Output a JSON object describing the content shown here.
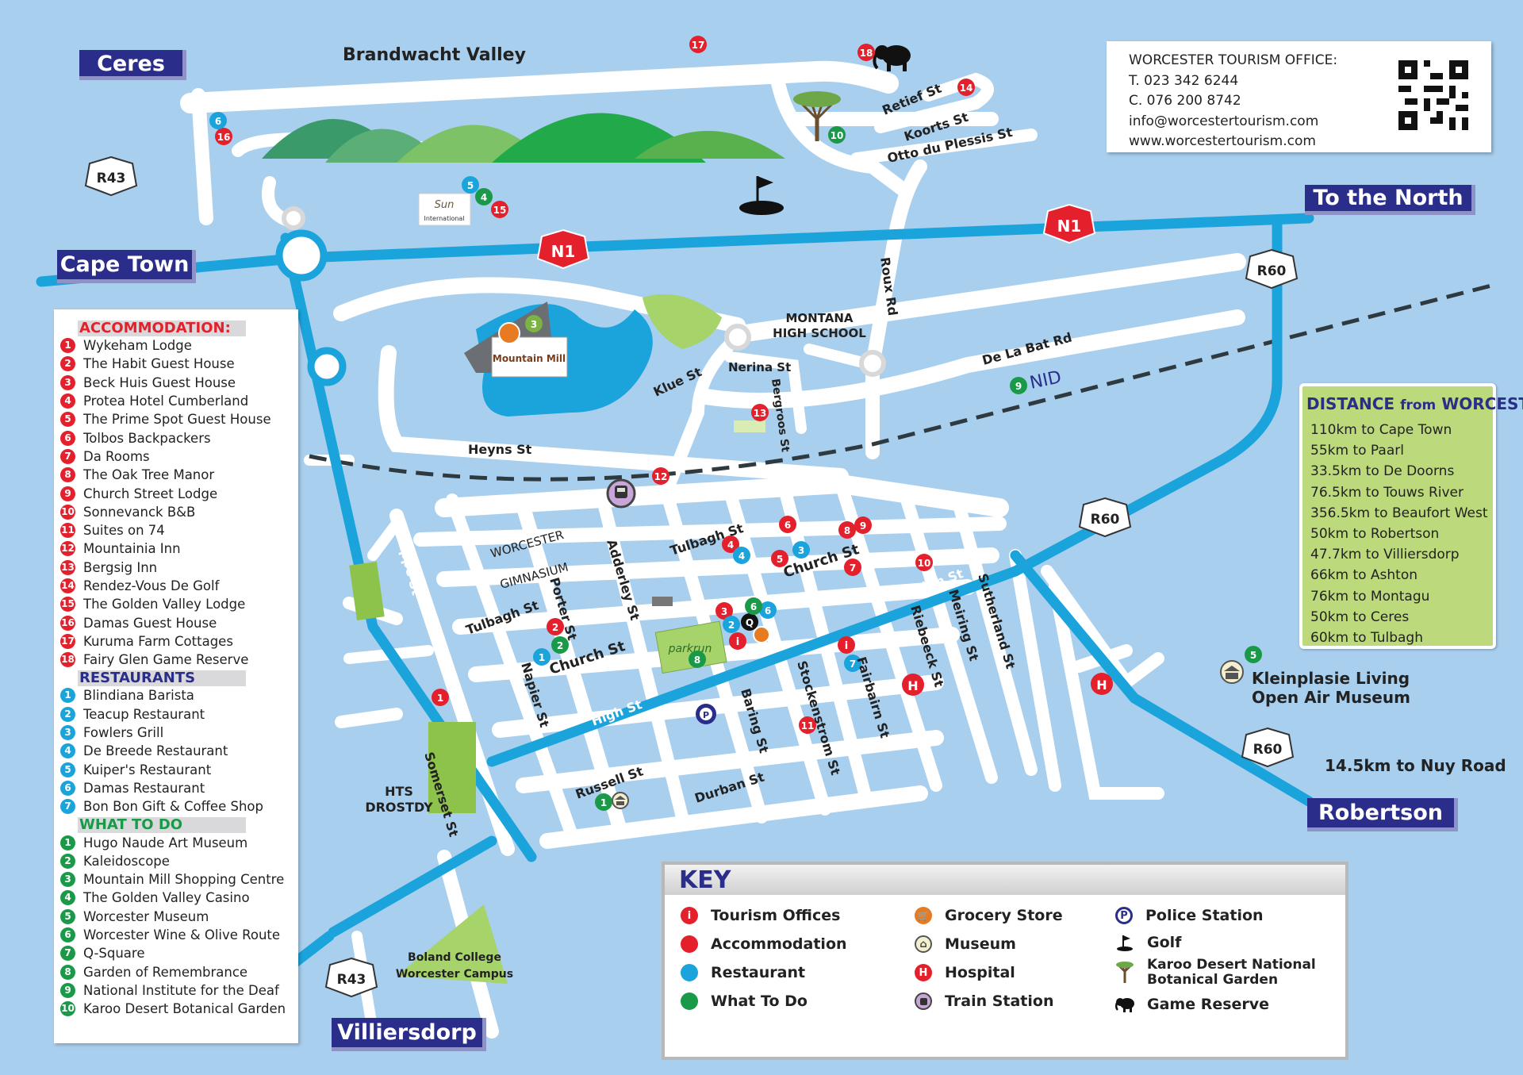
{
  "colors": {
    "water": "#a9cfee",
    "highway": "#1ba3dc",
    "navy": "#2b2d8a",
    "accommodation": "#e4202c",
    "restaurant": "#1ba3dc",
    "what_to_do": "#1a9a48",
    "distance_panel": "#bcd97b"
  },
  "destinations": {
    "ceres": "Ceres",
    "cape_town": "Cape Town",
    "to_the_north": "To the North",
    "robertson": "Robertson",
    "villiersdorp": "Villiersdorp"
  },
  "route_shields": {
    "r43_top": "R43",
    "r43_bottom": "R43",
    "n1_left": "N1",
    "n1_right": "N1",
    "r60_top": "R60",
    "r60_mid": "R60",
    "r60_bottom": "R60"
  },
  "place_labels": {
    "brandwacht": "Brandwacht Valley",
    "montana": "MONTANA",
    "montana2": "HIGH SCHOOL",
    "nid": "NID",
    "gimnasium1": "WORCESTER",
    "gimnasium2": "GIMNASIUM",
    "hts1": "HTS",
    "hts2": "DROSTDY",
    "boland1": "Boland College",
    "boland2": "Worcester Campus",
    "kleinplasie1": "Kleinplasie Living",
    "kleinplasie2": "Open Air Museum",
    "nuy": "14.5km to Nuy Road",
    "sun": "Sun",
    "sun2": "International",
    "mountain_mill": "Mountain Mill",
    "parkrun": "parkrun"
  },
  "streets": {
    "retief": "Retief St",
    "koorts": "Koorts St",
    "otto": "Otto du Plessis St",
    "roux": "Roux Rd",
    "debatbat": "De La Bat Rd",
    "klue": "Klue St",
    "nerina": "Nerina St",
    "bergroos": "Bergroos St",
    "heyns": "Heyns St",
    "trappe": "Trappe St",
    "tulbagh1": "Tulbagh St",
    "tulbagh2": "Tulbagh St",
    "church1": "Church St",
    "church2": "Church St",
    "porter": "Porter St",
    "adderley": "Adderley St",
    "napier": "Napier St",
    "high1": "High St",
    "high2": "High St",
    "baring": "Baring St",
    "stockenstrom": "Stockenstrom St",
    "fairbairn": "Fairbairn St",
    "riebeeck": "Riebeeck St",
    "meiring": "Meiring St",
    "sutherland": "Sutherland St",
    "russell": "Russell St",
    "durban": "Durban St",
    "somerset": "Somerset St"
  },
  "contact": {
    "line1": "WORCESTER TOURISM OFFICE:",
    "line2": "T. 023 342 6244",
    "line3": "C. 076 200 8742",
    "line4": "info@worcestertourism.com",
    "line5": "www.worcestertourism.com"
  },
  "legend": {
    "accommodation_title": "ACCOMMODATION:",
    "accommodation": [
      "Wykeham Lodge",
      "The Habit Guest House",
      "Beck Huis Guest House",
      "Protea Hotel Cumberland",
      "The Prime Spot Guest House",
      "Tolbos Backpackers",
      "Da Rooms",
      "The Oak Tree Manor",
      "Church Street Lodge",
      "Sonnevanck B&B",
      "Suites on 74",
      "Mountainia Inn",
      "Bergsig Inn",
      "Rendez-Vous De Golf",
      "The Golden Valley Lodge",
      "Damas Guest House",
      "Kuruma Farm Cottages",
      "Fairy Glen Game Reserve"
    ],
    "restaurants_title": "RESTAURANTS",
    "restaurants": [
      "Blindiana Barista",
      "Teacup Restaurant",
      "Fowlers Grill",
      "De Breede Restaurant",
      "Kuiper's Restaurant",
      "Damas Restaurant",
      "Bon Bon Gift & Coffee Shop"
    ],
    "what_to_do_title": "WHAT TO DO",
    "what_to_do": [
      "Hugo Naude Art Museum",
      "Kaleidoscope",
      "Mountain Mill Shopping Centre",
      "The Golden Valley Casino",
      "Worcester Museum",
      "Worcester Wine & Olive Route",
      "Q-Square",
      "Garden of Remembrance",
      "National Institute for the Deaf",
      "Karoo Desert Botanical Garden"
    ]
  },
  "distance": {
    "title_a": "DISTANCE",
    "title_b": "from",
    "title_c": "WORCESTER",
    "items": [
      "110km to Cape Town",
      "55km to Paarl",
      "33.5km to De Doorns",
      "76.5km to Touws River",
      "356.5km to Beaufort West",
      "50km to Robertson",
      "47.7km to Villiersdorp",
      "66km to Ashton",
      "76km to Montagu",
      "50km to Ceres",
      "60km to Tulbagh"
    ]
  },
  "key": {
    "title": "KEY",
    "tourism": "Tourism Offices",
    "accommodation": "Accommodation",
    "restaurant": "Restaurant",
    "what_to_do": "What To Do",
    "grocery": "Grocery Store",
    "museum": "Museum",
    "hospital": "Hospital",
    "train": "Train Station",
    "police": "Police Station",
    "golf": "Golf",
    "karoo1": "Karoo Desert National",
    "karoo2": "Botanical Garden",
    "game": "Game Reserve",
    "letter_i": "i",
    "letter_h": "H",
    "letter_p": "P"
  },
  "markers": {
    "accommodation_nums": [
      "17",
      "18",
      "14",
      "16",
      "15",
      "12",
      "13",
      "6",
      "8",
      "9",
      "4",
      "5",
      "7",
      "10",
      "3",
      "2",
      "1",
      "11"
    ],
    "restaurant_nums": [
      "6",
      "5",
      "4",
      "3",
      "2",
      "1",
      "1",
      "6",
      "7"
    ],
    "what_to_do_nums": [
      "10",
      "3",
      "4",
      "9",
      "5",
      "7",
      "6",
      "2",
      "8",
      "1"
    ],
    "letter_q": "Q",
    "letter_i": "i",
    "letter_h": "H",
    "letter_p": "P"
  }
}
